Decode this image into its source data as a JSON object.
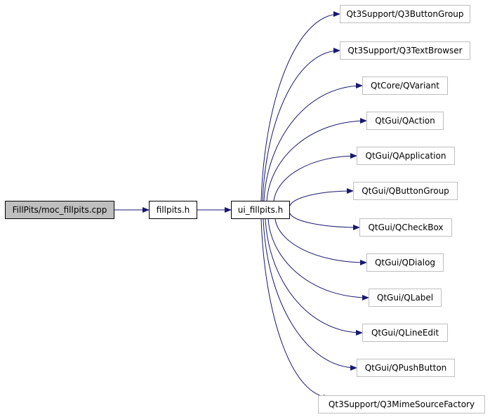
{
  "graph": {
    "root": {
      "label": "FillPits/moc_fillpits.cpp"
    },
    "header": {
      "label": "fillpits.h"
    },
    "ui_header": {
      "label": "ui_fillpits.h"
    },
    "includes": [
      {
        "label": "Qt3Support/Q3ButtonGroup"
      },
      {
        "label": "Qt3Support/Q3TextBrowser"
      },
      {
        "label": "QtCore/QVariant"
      },
      {
        "label": "QtGui/QAction"
      },
      {
        "label": "QtGui/QApplication"
      },
      {
        "label": "QtGui/QButtonGroup"
      },
      {
        "label": "QtGui/QCheckBox"
      },
      {
        "label": "QtGui/QDialog"
      },
      {
        "label": "QtGui/QLabel"
      },
      {
        "label": "QtGui/QLineEdit"
      },
      {
        "label": "QtGui/QPushButton"
      },
      {
        "label": "Qt3Support/Q3MimeSourceFactory"
      }
    ],
    "colors": {
      "edge": "#191970",
      "root_fill": "#bfbfbf",
      "ext_border": "#bfbfbf"
    }
  }
}
